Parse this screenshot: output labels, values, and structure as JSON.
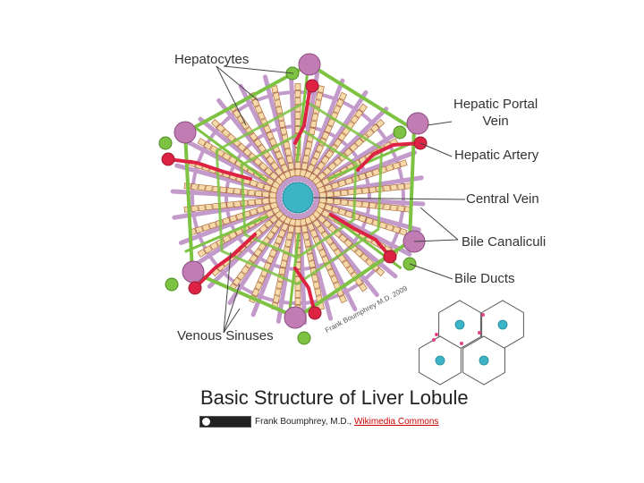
{
  "labels": {
    "hepatocytes": "Hepatocytes",
    "hepatic_portal_vein_1": "Hepatic Portal",
    "hepatic_portal_vein_2": "Vein",
    "hepatic_artery": "Hepatic Artery",
    "central_vein": "Central Vein",
    "bile_canaliculi": "Bile Canaliculi",
    "bile_ducts": "Bile Ducts",
    "venous_sinuses": "Venous Sinuses"
  },
  "watermark": "Frank Boumphrey M.D. 2009",
  "title": "Basic Structure of Liver Lobule",
  "credit": {
    "author": "Frank Boumphrey, M.D.,",
    "link": "Wikimedia Commons"
  },
  "colors": {
    "portal_vein": "#c27cb4",
    "hepatic_artery": "#dd2244",
    "bile_duct": "#7dc242",
    "central_vein": "#3cb4c6",
    "sinusoid": "#c39bcb",
    "hepatocyte": "#f5d9a8"
  }
}
